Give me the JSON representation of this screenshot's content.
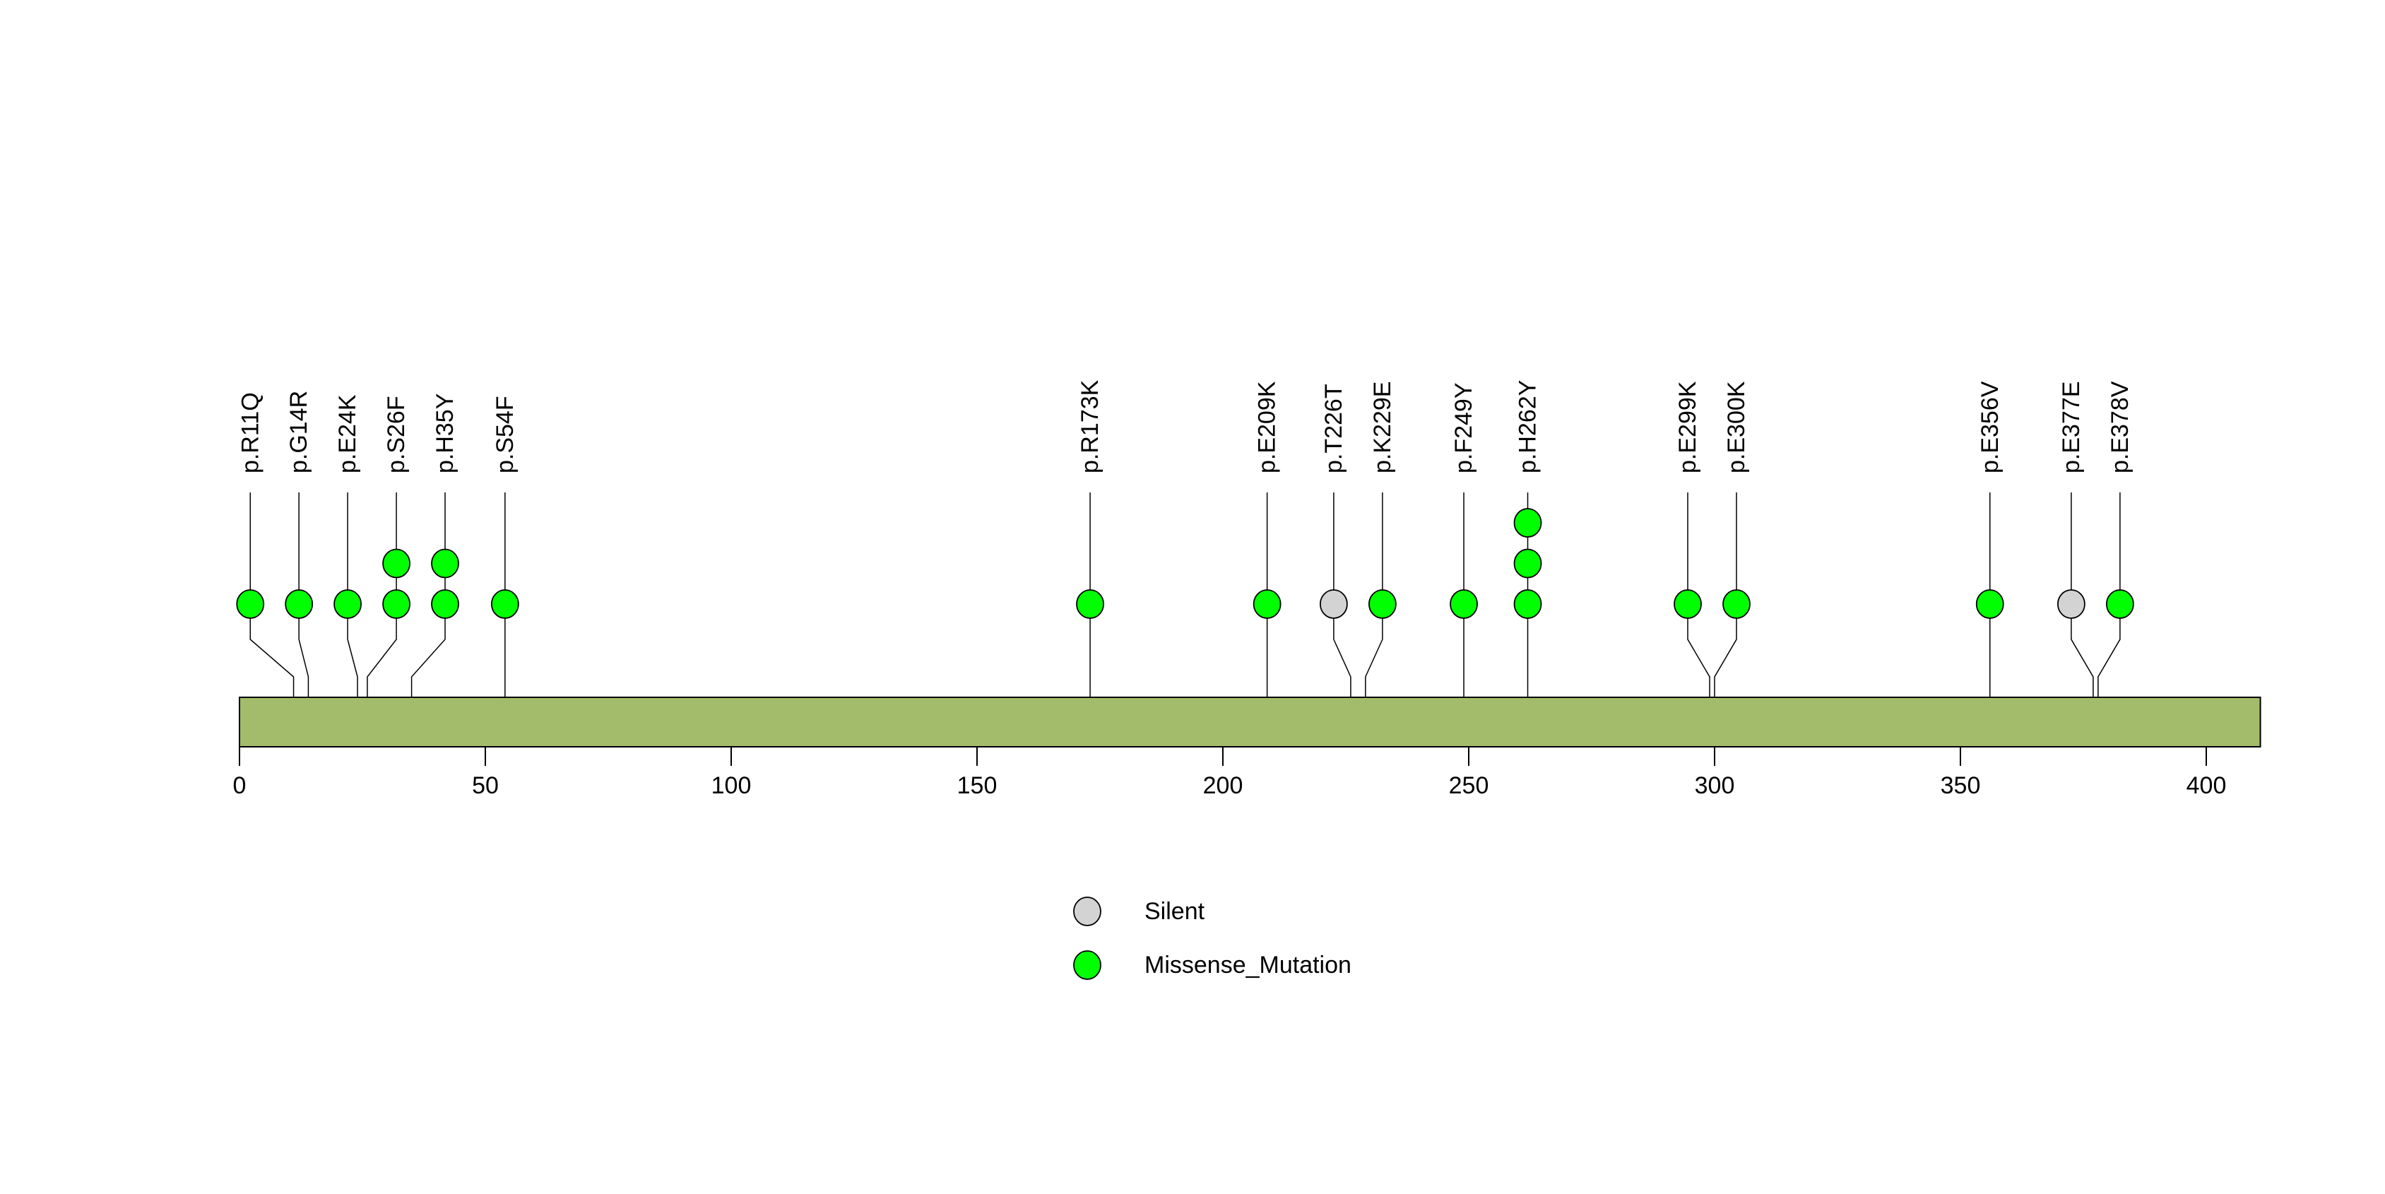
{
  "chart_data": {
    "type": "lollipop",
    "description": "Protein lollipop mutation plot",
    "protein_length": 411,
    "axis": {
      "min": 0,
      "max": 411,
      "ticks": [
        0,
        50,
        100,
        150,
        200,
        250,
        300,
        350,
        400
      ]
    },
    "mutations": [
      {
        "label": "p.R11Q",
        "pos": 11,
        "count": 1,
        "class": "Missense_Mutation"
      },
      {
        "label": "p.G14R",
        "pos": 14,
        "count": 1,
        "class": "Missense_Mutation"
      },
      {
        "label": "p.E24K",
        "pos": 24,
        "count": 1,
        "class": "Missense_Mutation"
      },
      {
        "label": "p.S26F",
        "pos": 26,
        "count": 2,
        "class": "Missense_Mutation"
      },
      {
        "label": "p.H35Y",
        "pos": 35,
        "count": 2,
        "class": "Missense_Mutation"
      },
      {
        "label": "p.S54F",
        "pos": 54,
        "count": 1,
        "class": "Missense_Mutation"
      },
      {
        "label": "p.R173K",
        "pos": 173,
        "count": 1,
        "class": "Missense_Mutation"
      },
      {
        "label": "p.E209K",
        "pos": 209,
        "count": 1,
        "class": "Missense_Mutation"
      },
      {
        "label": "p.T226T",
        "pos": 226,
        "count": 1,
        "class": "Silent"
      },
      {
        "label": "p.K229E",
        "pos": 229,
        "count": 1,
        "class": "Missense_Mutation"
      },
      {
        "label": "p.F249Y",
        "pos": 249,
        "count": 1,
        "class": "Missense_Mutation"
      },
      {
        "label": "p.H262Y",
        "pos": 262,
        "count": 3,
        "class": "Missense_Mutation"
      },
      {
        "label": "p.E299K",
        "pos": 299,
        "count": 1,
        "class": "Missense_Mutation"
      },
      {
        "label": "p.E300K",
        "pos": 300,
        "count": 1,
        "class": "Missense_Mutation"
      },
      {
        "label": "p.E356V",
        "pos": 356,
        "count": 1,
        "class": "Missense_Mutation"
      },
      {
        "label": "p.E377E",
        "pos": 377,
        "count": 1,
        "class": "Silent"
      },
      {
        "label": "p.E378V",
        "pos": 378,
        "count": 1,
        "class": "Missense_Mutation"
      }
    ],
    "legend": [
      {
        "label": "Silent",
        "color": "#d3d3d3"
      },
      {
        "label": "Missense_Mutation",
        "color": "#00ff00"
      }
    ],
    "colors": {
      "Silent": "#d3d3d3",
      "Missense_Mutation": "#00ff00",
      "domain_bar": "#a3bc6b",
      "stroke": "#000000"
    }
  }
}
